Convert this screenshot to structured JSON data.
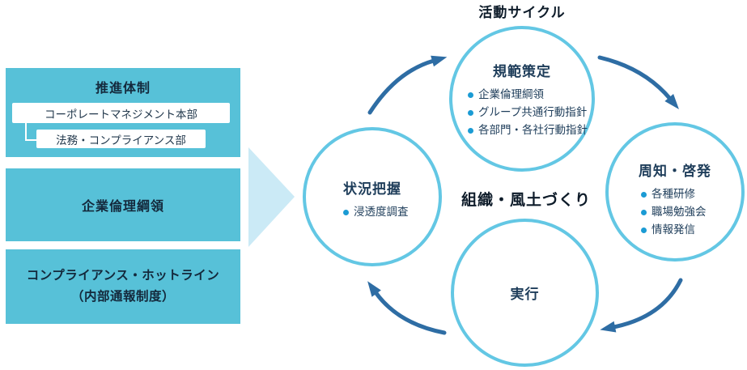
{
  "left_panel": {
    "promotion": {
      "title": "推進体制",
      "org_boxes": [
        "コーポレートマネジメント本部",
        "法務・コンプライアンス部"
      ]
    },
    "ethics": "企業倫理綱領",
    "hotline": [
      "コンプライアンス・ホットライン",
      "（内部通報制度）"
    ]
  },
  "cycle": {
    "title": "活動サイクル",
    "center_label": "組織・風土づくり",
    "nodes": [
      {
        "id": "norms",
        "title": "規範策定",
        "items": [
          "企業倫理綱領",
          "グループ共通行動指針",
          "各部門・各社行動指針"
        ]
      },
      {
        "id": "awareness",
        "title": "周知・啓発",
        "items": [
          "各種研修",
          "職場勉強会",
          "情報発信"
        ]
      },
      {
        "id": "execution",
        "title": "実行",
        "items": []
      },
      {
        "id": "status",
        "title": "状況把握",
        "items": [
          "浸透度調査"
        ]
      }
    ]
  },
  "colors": {
    "panel_teal": "#57c1d8",
    "circle_border": "#63c7e4",
    "arrow_blue": "#2e6da4",
    "bullet_blue": "#1b9bd4",
    "dark_navy_text": "#1e3d5a",
    "heading_black": "#0d1b29",
    "flow_triangle": "#cbeaf6"
  }
}
